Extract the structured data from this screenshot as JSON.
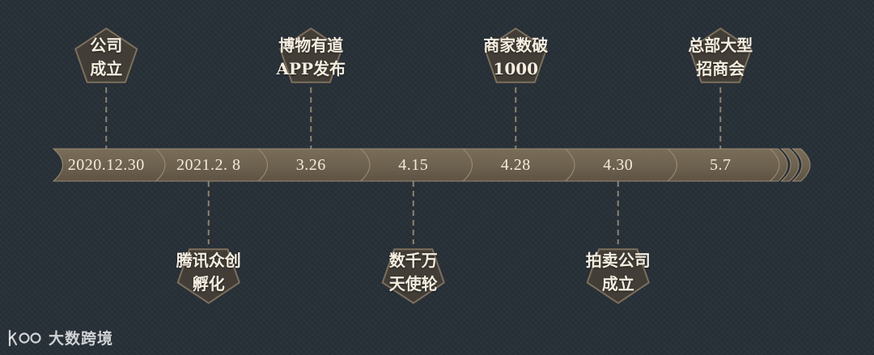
{
  "colors": {
    "background": "#283038",
    "segment_fill": "#6e6250",
    "segment_edge": "#9a8b73",
    "badge_fill": "#423d37",
    "badge_stroke": "#7d705d",
    "text": "#f2ead9"
  },
  "timeline": {
    "segments": [
      {
        "label": "2020.12.30"
      },
      {
        "label": "2021.2. 8"
      },
      {
        "label": "3.26"
      },
      {
        "label": "4.15"
      },
      {
        "label": "4.28"
      },
      {
        "label": "4.30"
      },
      {
        "label": "5.7"
      }
    ]
  },
  "milestones": [
    {
      "line1": "公司",
      "line2": "成立",
      "position": "above",
      "segment": 0
    },
    {
      "line1": "腾讯众创",
      "line2": "孵化",
      "position": "below",
      "segment": 1
    },
    {
      "line1": "博物有道",
      "line2": "APP发布",
      "position": "above",
      "segment": 2
    },
    {
      "line1": "数千万",
      "line2": "天使轮",
      "position": "below",
      "segment": 3
    },
    {
      "line1": "商家数破",
      "line2": "1000",
      "position": "above",
      "segment": 4
    },
    {
      "line1": "拍卖公司",
      "line2": "成立",
      "position": "below",
      "segment": 5
    },
    {
      "line1": "总部大型",
      "line2": "招商会",
      "position": "above",
      "segment": 6
    }
  ],
  "watermark": {
    "logo_icon": "k100-logo-icon",
    "text": "大数跨境"
  }
}
